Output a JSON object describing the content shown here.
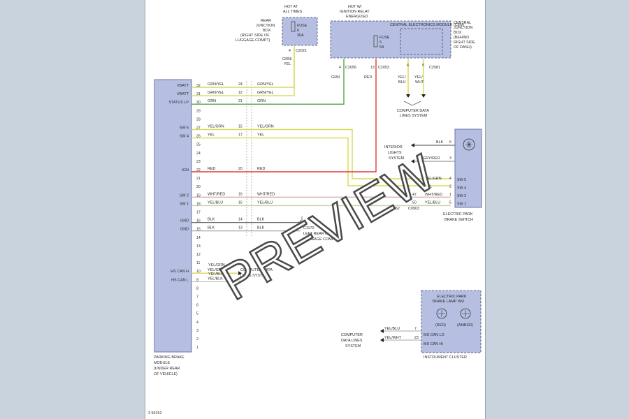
{
  "diagram": {
    "figure_id": "3 55262",
    "pbm": {
      "name_lines": [
        "PARKING BRAKE",
        "MODULE",
        "(UNDER REAR",
        "OF VEHICLE)"
      ],
      "rows": [
        {
          "pin": "32",
          "label": "VBATT",
          "wire": "GRN/YEL",
          "conn_pin": "24",
          "wire2": "GRN/YEL"
        },
        {
          "pin": "31",
          "label": "VBATT",
          "wire": "GRN/YEL",
          "conn_pin": "12",
          "wire2": "GRN/YEL"
        },
        {
          "pin": "30",
          "label": "STATUS LP",
          "wire": "GRN",
          "conn_pin": "21",
          "wire2": "GRN"
        },
        {
          "pin": "29",
          "label": "",
          "wire": "",
          "conn_pin": "",
          "wire2": ""
        },
        {
          "pin": "28",
          "label": "",
          "wire": "",
          "conn_pin": "",
          "wire2": ""
        },
        {
          "pin": "27",
          "label": "SW 5",
          "wire": "YEL/GRN",
          "conn_pin": "15",
          "wire2": "YEL/GRN"
        },
        {
          "pin": "26",
          "label": "SW 4",
          "wire": "YEL",
          "conn_pin": "17",
          "wire2": "YEL"
        },
        {
          "pin": "25",
          "label": "",
          "wire": "",
          "conn_pin": "",
          "wire2": ""
        },
        {
          "pin": "24",
          "label": "",
          "wire": "",
          "conn_pin": "",
          "wire2": ""
        },
        {
          "pin": "23",
          "label": "",
          "wire": "",
          "conn_pin": "",
          "wire2": ""
        },
        {
          "pin": "22",
          "label": "IGN",
          "wire": "RED",
          "conn_pin": "20",
          "wire2": "RED"
        },
        {
          "pin": "21",
          "label": "",
          "wire": "",
          "conn_pin": "",
          "wire2": ""
        },
        {
          "pin": "20",
          "label": "",
          "wire": "",
          "conn_pin": "",
          "wire2": ""
        },
        {
          "pin": "19",
          "label": "SW 2",
          "wire": "WHT/RED",
          "conn_pin": "16",
          "wire2": "WHT/RED"
        },
        {
          "pin": "18",
          "label": "SW 1",
          "wire": "YEL/BLU",
          "conn_pin": "16",
          "wire2": "YEL/BLU"
        },
        {
          "pin": "17",
          "label": "",
          "wire": "",
          "conn_pin": "",
          "wire2": ""
        },
        {
          "pin": "16",
          "label": "GND",
          "wire": "BLK",
          "conn_pin": "14",
          "wire2": "BLK"
        },
        {
          "pin": "15",
          "label": "GND",
          "wire": "BLK",
          "conn_pin": "13",
          "wire2": "BLK"
        },
        {
          "pin": "14",
          "label": "",
          "wire": "",
          "conn_pin": "",
          "wire2": ""
        },
        {
          "pin": "13",
          "label": "",
          "wire": "",
          "conn_pin": "",
          "wire2": ""
        },
        {
          "pin": "12",
          "label": "",
          "wire": "",
          "conn_pin": "",
          "wire2": ""
        },
        {
          "pin": "11",
          "label": "",
          "wire": "",
          "conn_pin": "",
          "wire2": ""
        },
        {
          "pin": "10",
          "label": "HS CAN H",
          "wire": "YEL/GRN",
          "conn_pin": "",
          "wire2": ""
        },
        {
          "pin": "9",
          "label": "HS CAN L",
          "wire": "YEL/BLK",
          "conn_pin": "",
          "wire2": ""
        },
        {
          "pin": "8",
          "label": "",
          "wire": "",
          "conn_pin": "",
          "wire2": ""
        },
        {
          "pin": "7",
          "label": "",
          "wire": "",
          "conn_pin": "",
          "wire2": ""
        },
        {
          "pin": "6",
          "label": "",
          "wire": "",
          "conn_pin": "",
          "wire2": ""
        },
        {
          "pin": "5",
          "label": "",
          "wire": "",
          "conn_pin": "",
          "wire2": ""
        },
        {
          "pin": "4",
          "label": "",
          "wire": "",
          "conn_pin": "",
          "wire2": ""
        },
        {
          "pin": "3",
          "label": "",
          "wire": "",
          "conn_pin": "",
          "wire2": ""
        },
        {
          "pin": "2",
          "label": "",
          "wire": "",
          "conn_pin": "",
          "wire2": ""
        },
        {
          "pin": "1",
          "label": "",
          "wire": "",
          "conn_pin": "",
          "wire2": ""
        }
      ]
    },
    "rjb": {
      "hot_label": [
        "HOT AT",
        "ALL TIMES"
      ],
      "name_lines": [
        "REAR",
        "JUNCTION",
        "BOX",
        "(RIGHT SIDE OF",
        "LUGGAGE COMPT)"
      ],
      "fuse_lines": [
        "FUSE",
        "6",
        "30A"
      ],
      "pin": "4",
      "connector": "C2021",
      "wire_lines": [
        "GRN/",
        "YEL"
      ]
    },
    "cjb": {
      "hot_label": [
        "HOT W/",
        "IGNITION RELAY",
        "ENERGIZED"
      ],
      "cem_label": "CENTRAL ELECTRONICS MODULE (CEM)",
      "name_lines": [
        "CENTRAL",
        "JUNCTION",
        "BOX",
        "(BEHIND",
        "RIGHT SIDE",
        "OF DASH)"
      ],
      "fuse_lines": [
        "FUSE",
        "5",
        "5A"
      ],
      "pin_grn": "4",
      "conn_grn": "C2056",
      "wire_grn": "GRN",
      "pin_red": "13",
      "conn_red": "C2053",
      "wire_red": "RED",
      "pin_a": "4",
      "pin_b": "5",
      "conn_can": "C2581",
      "wire_a_lines": [
        "YEL/",
        "BLU"
      ],
      "wire_b_lines": [
        "YEL/",
        "WHT"
      ],
      "data_lines": [
        "COMPUTER DATA",
        "LINES SYSTEM"
      ]
    },
    "ground": {
      "connector": "C1170",
      "location_lines": [
        "LEFT REAR OF",
        "LUGGAGE COMPT)"
      ]
    },
    "interior_lights": {
      "lines": [
        "INTERIOR",
        "LIGHTS",
        "SYSTEM"
      ]
    },
    "epb_switch": {
      "name_lines": [
        "ELECTRIC PARK",
        "BRAKE SWITCH"
      ],
      "wire_blk": "BLK",
      "pin_blk": "6",
      "wire_gry": "GRY/RED",
      "pin_gry": "3",
      "rows": [
        {
          "label": "SW 5",
          "wire": "YEL/GRN",
          "pin": "4",
          "mid_pin": ""
        },
        {
          "label": "SW 4",
          "wire": "YEL",
          "pin": "2",
          "mid_pin": ""
        },
        {
          "label": "SW 2",
          "wire": "WHT/RED",
          "pin": "1",
          "mid_pin": "47"
        },
        {
          "label": "SW 1",
          "wire": "YEL/BLU",
          "pin": "5",
          "mid_pin": "50"
        }
      ],
      "conn_a": "C0962",
      "conn_b": "C0903"
    },
    "pbm_can": {
      "wire_h": "YEL/GRN",
      "wire_l": "YEL/BLK",
      "data_lines": [
        "COMPUTER DATA",
        "LINES SYSTEM"
      ]
    },
    "cluster": {
      "name": "INSTRUMENT CLUSTER",
      "lamp_lines": [
        "ELECTRIC PARK",
        "BRAKE LAMP IND"
      ],
      "lamp_red": "(RED)",
      "lamp_amber": "(AMBER)",
      "rows": [
        {
          "label": "MS CAN LO",
          "wire": "YEL/BLU",
          "pin": "7"
        },
        {
          "label": "MS CAN HI",
          "wire": "YEL/WHT",
          "pin": "23"
        }
      ],
      "data_lines": [
        "COMPUTER",
        "DATA LINES",
        "SYSTEM"
      ]
    },
    "watermark": "PREVIEW"
  }
}
